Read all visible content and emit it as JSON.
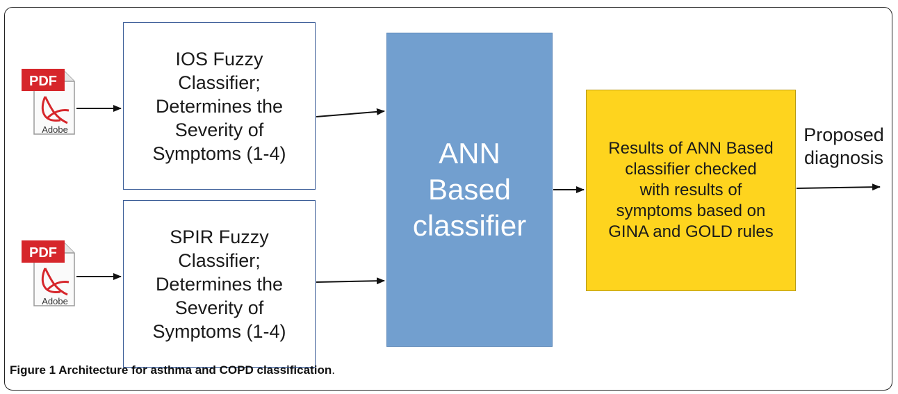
{
  "diagram": {
    "inputs": [
      {
        "icon": "pdf-file-icon",
        "badge": "PDF",
        "brand": "Adobe"
      },
      {
        "icon": "pdf-file-icon",
        "badge": "PDF",
        "brand": "Adobe"
      }
    ],
    "ios_box": "IOS Fuzzy\nClassifier;\nDetermines the\nSeverity of\nSymptoms (1-4)",
    "spir_box": "SPIR Fuzzy\nClassifier;\nDetermines the\nSeverity of\nSymptoms (1-4)",
    "ann_box": "ANN\nBased\nclassifier",
    "result_box": "Results of ANN Based\nclassifier checked\nwith results of\nsymptoms based on\nGINA and GOLD rules",
    "output_label": "Proposed\ndiagnosis",
    "colors": {
      "ann_fill": "#729fcf",
      "result_fill": "#fed41e",
      "fuzzy_border": "#3a5c97",
      "pdf_red": "#d6262b"
    }
  },
  "caption": {
    "bold": "Figure 1 Architecture for asthma and COPD classification",
    "rest": "."
  }
}
